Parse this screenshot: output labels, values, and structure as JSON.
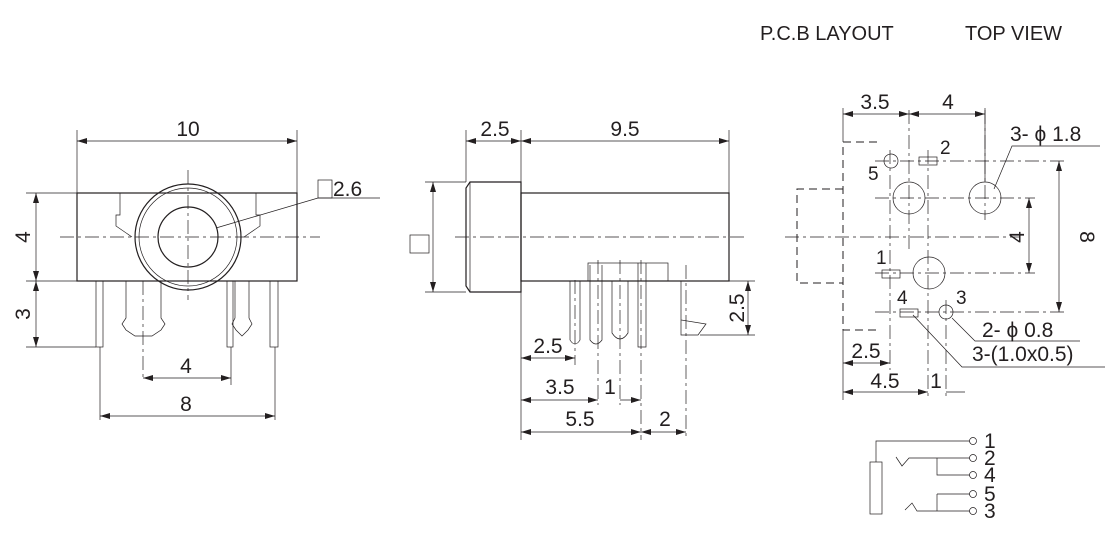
{
  "title": {
    "pcb_layout": "P.C.B LAYOUT",
    "top_view": "TOP VIEW"
  },
  "front_view": {
    "width": "10",
    "body_height": "4",
    "pin_length": "3",
    "hole_size": "2.6",
    "pin_spacing_inner": "4",
    "pin_spacing_outer": "8"
  },
  "side_view": {
    "collar_length": "2.5",
    "body_length": "9.5",
    "pin_height": "2.5",
    "pin_offset_1": "2.5",
    "pin_offset_2": "3.5",
    "pin_gap": "1",
    "pin_offset_3": "5.5",
    "pin_offset_4": "2"
  },
  "pcb_view": {
    "dim_left": "3.5",
    "dim_mid": "4",
    "dim_vert_inner": "4",
    "dim_vert_outer": "8",
    "dim_bottom_1": "2.5",
    "dim_bottom_2": "4.5",
    "dim_bottom_3": "1",
    "large_hole_label": "3- ϕ 1.8",
    "small_hole_label": "2- ϕ 0.8",
    "slot_label": "3-(1.0x0.5)",
    "pin_labels": [
      "1",
      "2",
      "3",
      "4",
      "5"
    ]
  },
  "schematic": {
    "pins": [
      "1",
      "2",
      "4",
      "5",
      "3"
    ]
  },
  "colors": {
    "ink": "#231f20",
    "background": "#ffffff"
  }
}
